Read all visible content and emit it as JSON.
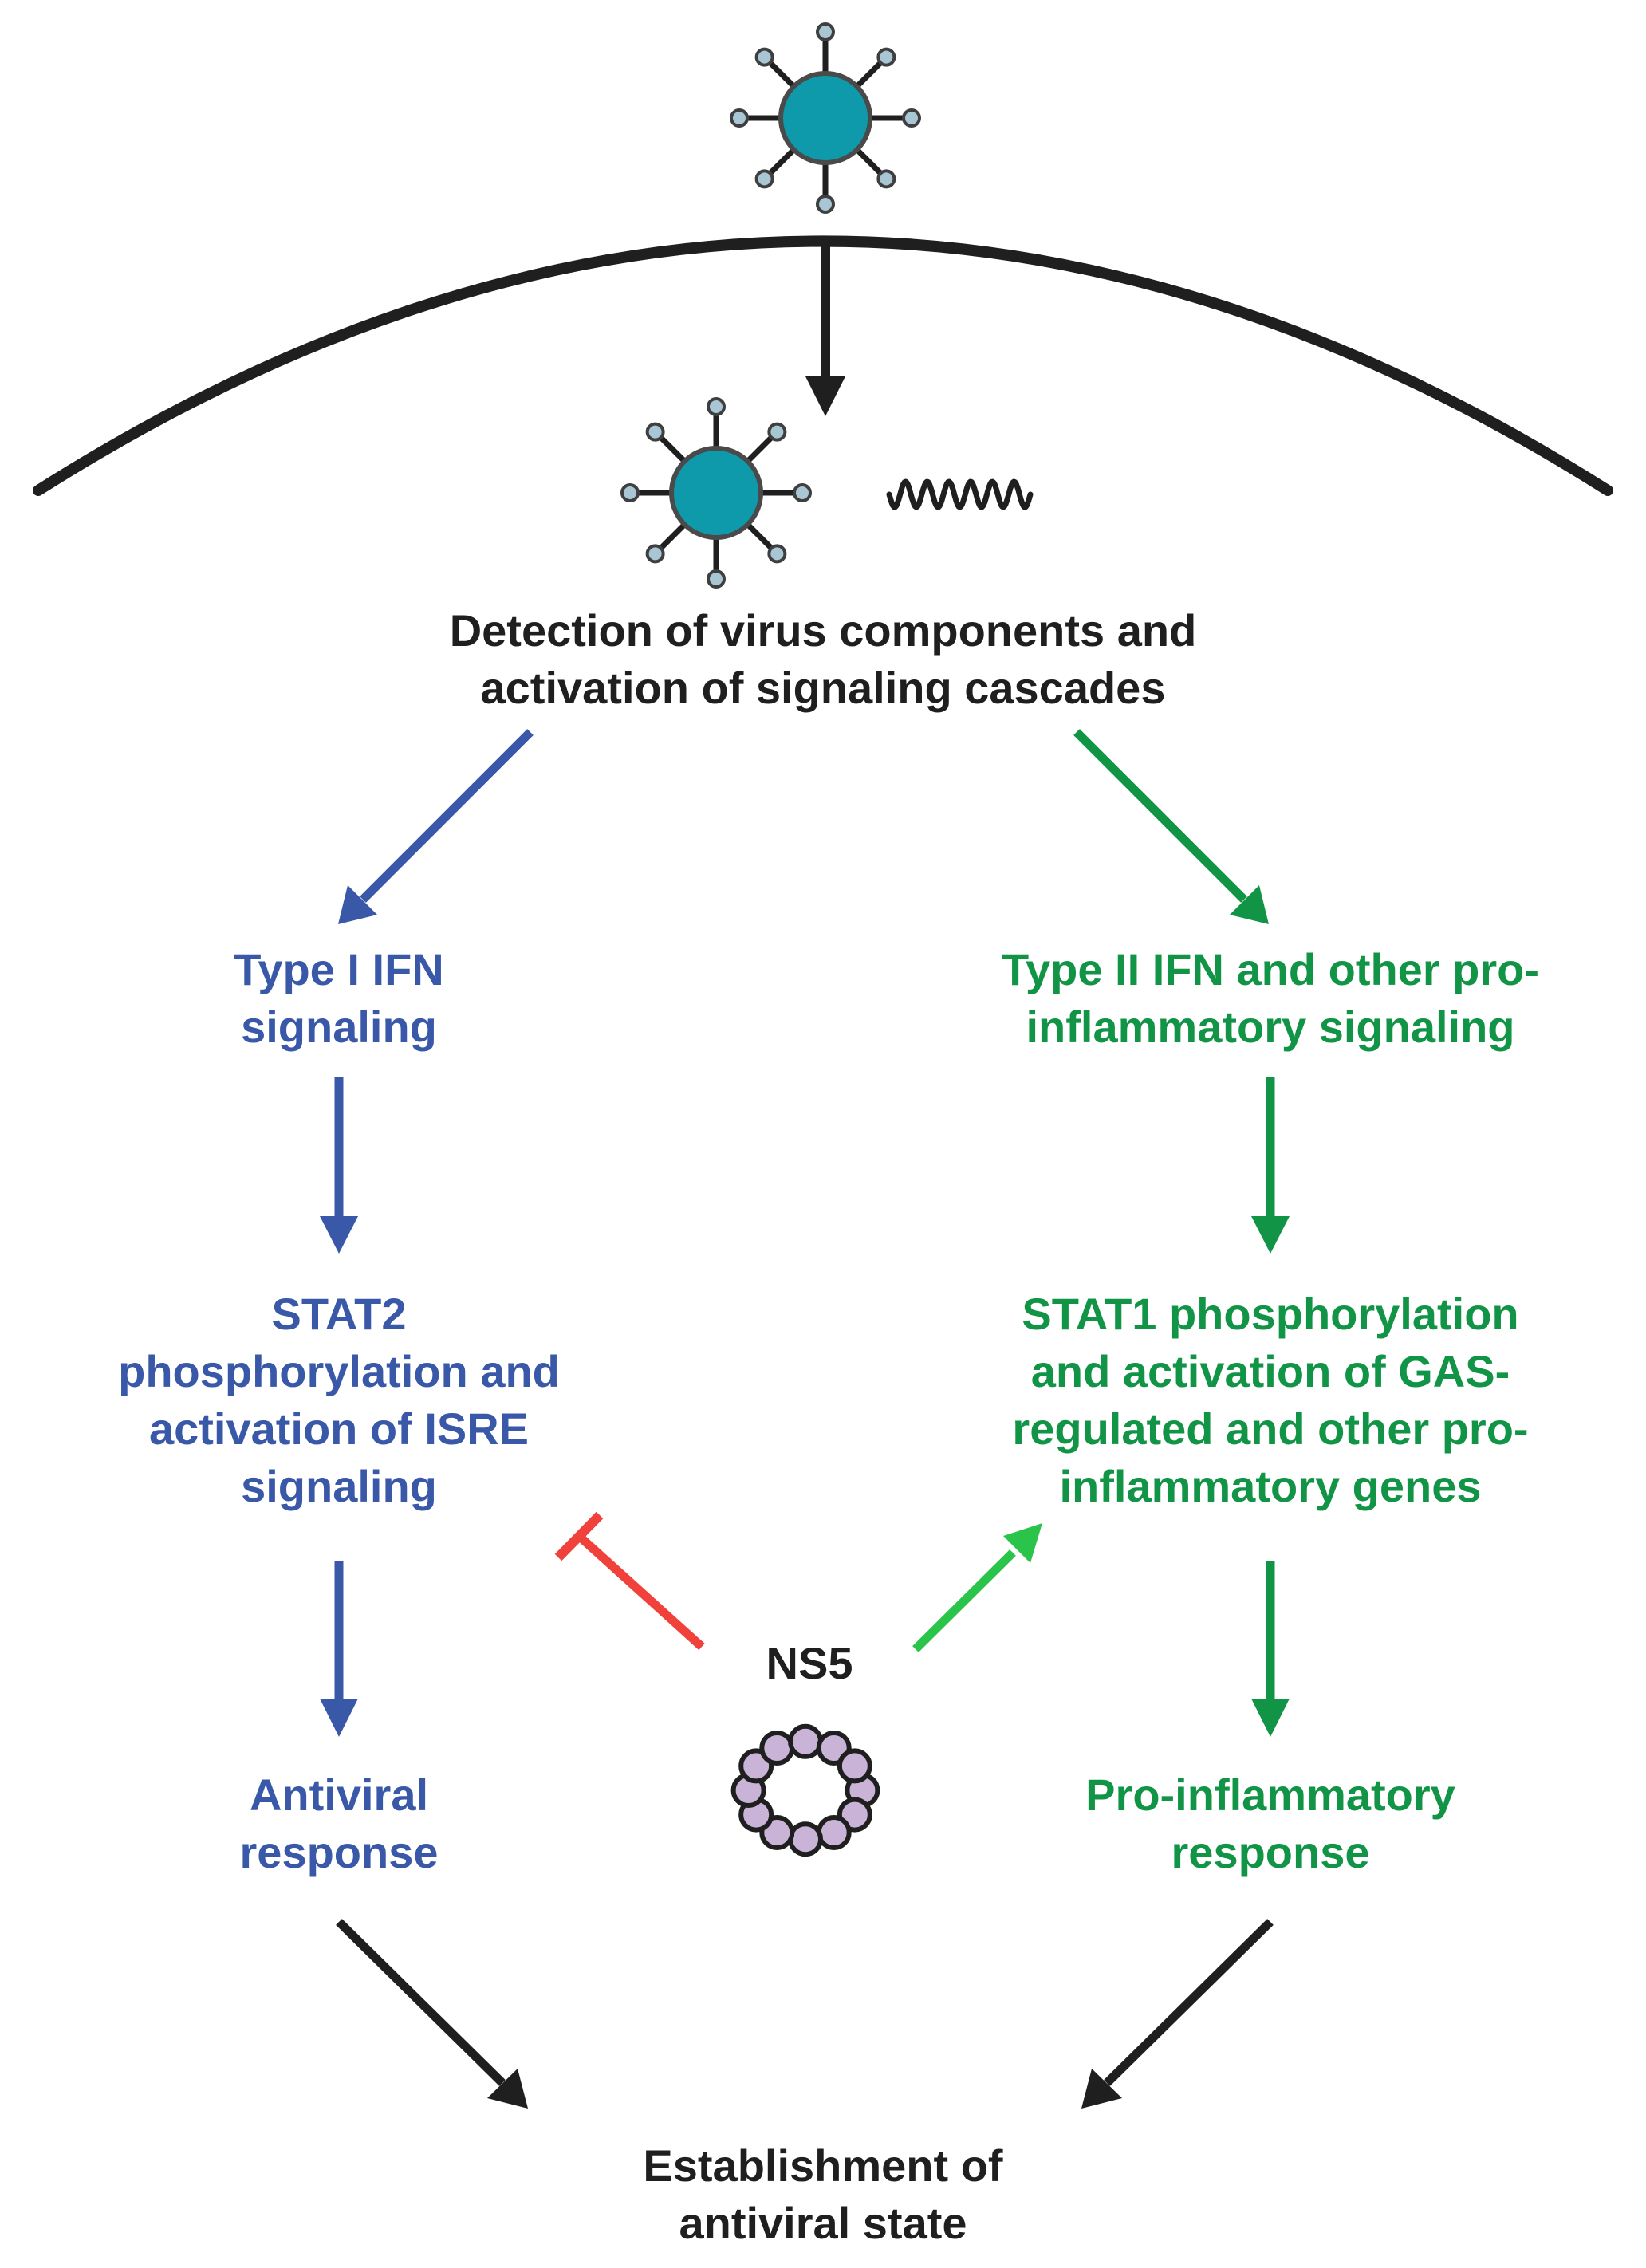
{
  "colors": {
    "black": "#1f1f1f",
    "blue": "#3a58a8",
    "green": "#129447",
    "bright_green": "#2bc44a",
    "red": "#f0413a",
    "virus_body": "#0e9aaa",
    "spike_tip": "#a8c6d4",
    "ns5_bead": "#c9b4d8"
  },
  "icons": {
    "virus_outside": "virus-particle-icon",
    "virus_inside": "virus-particle-icon",
    "rna": "rna-strand-icon",
    "ns5": "ns5-protein-ring-icon"
  },
  "labels": {
    "detection": [
      "Detection of virus components and",
      "activation of signaling cascades"
    ],
    "type1": [
      "Type I IFN",
      "signaling"
    ],
    "type2": [
      "Type II IFN and other pro-",
      "inflammatory signaling"
    ],
    "stat2": [
      "STAT2",
      "phosphorylation and",
      "activation of ISRE",
      "signaling"
    ],
    "stat1": [
      "STAT1 phosphorylation",
      "and activation of GAS-",
      "regulated and other pro-",
      "inflammatory genes"
    ],
    "ns5": "NS5",
    "antiviral": [
      "Antiviral",
      "response"
    ],
    "proinflammatory": [
      "Pro-inflammatory",
      "response"
    ],
    "establishment": [
      "Establishment of",
      "antiviral state"
    ]
  }
}
